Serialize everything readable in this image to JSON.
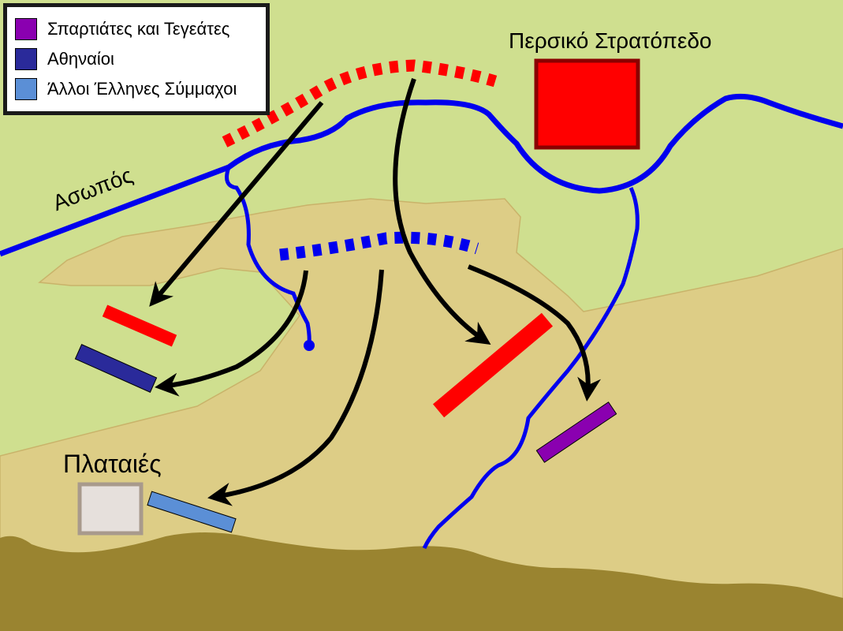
{
  "legend": {
    "items": [
      {
        "label": "Σπαρτιάτες και Τεγεάτες",
        "color": "#8a00b0"
      },
      {
        "label": "Αθηναίοι",
        "color": "#2a2a9a"
      },
      {
        "label": "Άλλοι Έλληνες Σύμμαχοι",
        "color": "#5b8fd6"
      }
    ]
  },
  "labels": {
    "persian_camp": "Περσικό Στρατόπεδο",
    "river": "Ασωπός",
    "city": "Πλαταιές"
  },
  "colors": {
    "grassland": "#cfdf8f",
    "plain": "#ddcd86",
    "mountain": "#9a8430",
    "river": "#0000ee",
    "persian": "#ff0000",
    "persian_camp_border": "#8a0000",
    "arrow": "#000000",
    "greek_position": "#0000ee",
    "city_fill": "#e6e0dc",
    "city_border": "#a89a8c"
  }
}
